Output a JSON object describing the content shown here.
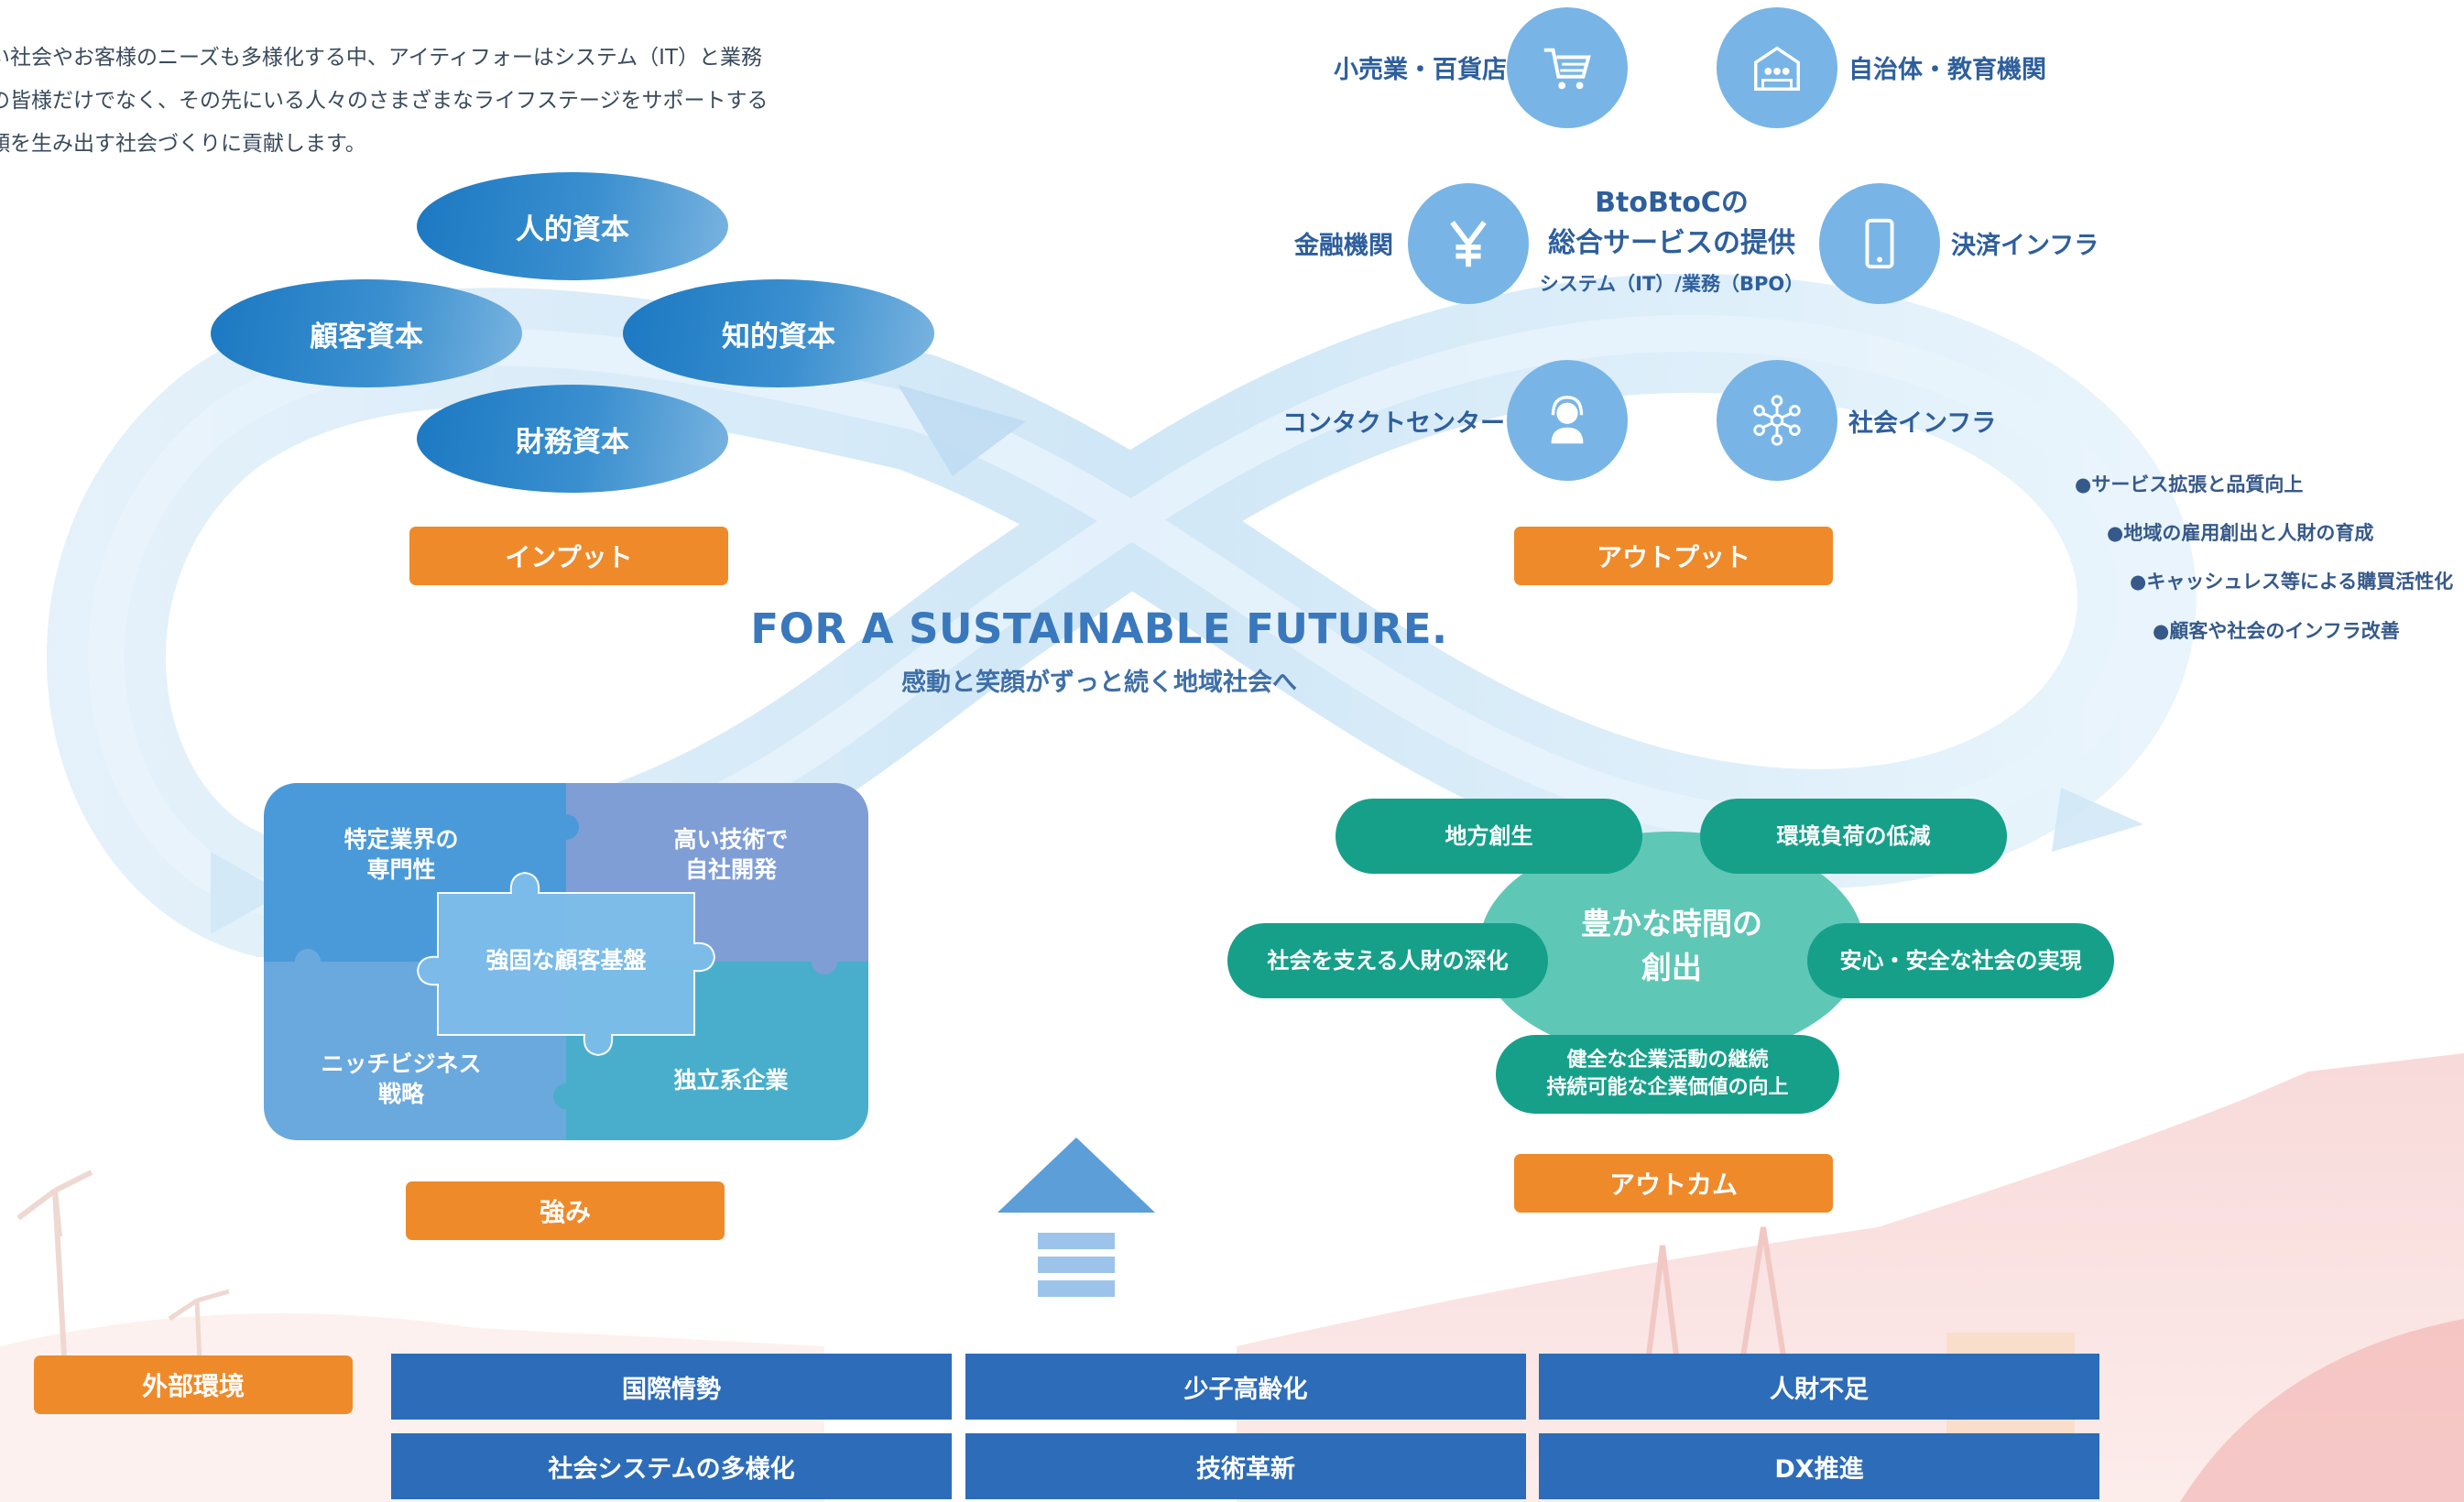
{
  "intro": {
    "lines": [
      "い社会やお客様のニーズも多様化する中、アイティフォーはシステム（IT）と業務",
      "の皆様だけでなく、その先にいる人々のさまざまなライフステージをサポートする",
      "顔を生み出す社会づくりに貢献します。"
    ]
  },
  "input": {
    "capitals": [
      "人的資本",
      "顧客資本",
      "知的資本",
      "財務資本"
    ],
    "label": "インプット"
  },
  "output": {
    "label": "アウトプット",
    "center": {
      "line1": "BtoBtoCの",
      "line2": "総合サービスの提供",
      "sub": "システム（IT）/業務（BPO）"
    },
    "items": [
      {
        "label": "小売業・百貨店",
        "icon": "cart-icon"
      },
      {
        "label": "自治体・教育機関",
        "icon": "building-icon"
      },
      {
        "label": "金融機関",
        "icon": "yen-icon"
      },
      {
        "label": "決済インフラ",
        "icon": "smartphone-icon"
      },
      {
        "label": "コンタクトセンター",
        "icon": "operator-icon"
      },
      {
        "label": "社会インフラ",
        "icon": "network-icon"
      }
    ]
  },
  "benefits": [
    "●サービス拡張と品質向上",
    "●地域の雇用創出と人財の育成",
    "●キャッシュレス等による購買活性化",
    "●顧客や社会のインフラ改善"
  ],
  "center": {
    "title": "FOR A SUSTAINABLE FUTURE.",
    "subtitle": "感動と笑顔がずっと続く地域社会へ"
  },
  "strengths": {
    "label": "強み",
    "pieces": [
      "特定業界の\n専門性",
      "高い技術で\n自社開発",
      "ニッチビジネス\n戦略",
      "独立系企業",
      "強固な顧客基盤"
    ]
  },
  "outcome": {
    "label": "アウトカム",
    "center": "豊かな時間の\n創出",
    "items": [
      "地方創生",
      "環境負荷の低減",
      "社会を支える人財の深化",
      "安心・安全な社会の実現",
      "健全な企業活動の継続\n持続可能な企業価値の向上"
    ]
  },
  "external": {
    "label": "外部環境",
    "items": [
      "国際情勢",
      "少子高齢化",
      "人財不足",
      "社会システムの多様化",
      "技術革新",
      "DX推進"
    ]
  },
  "colors": {
    "accent_orange": "#ef8a2b",
    "capital_blue": "#1b78c2",
    "output_circle": "#78b5e6",
    "outcome_teal": "#16a08a",
    "env_blue": "#2d6cb8",
    "title_blue": "#3a78bd"
  }
}
